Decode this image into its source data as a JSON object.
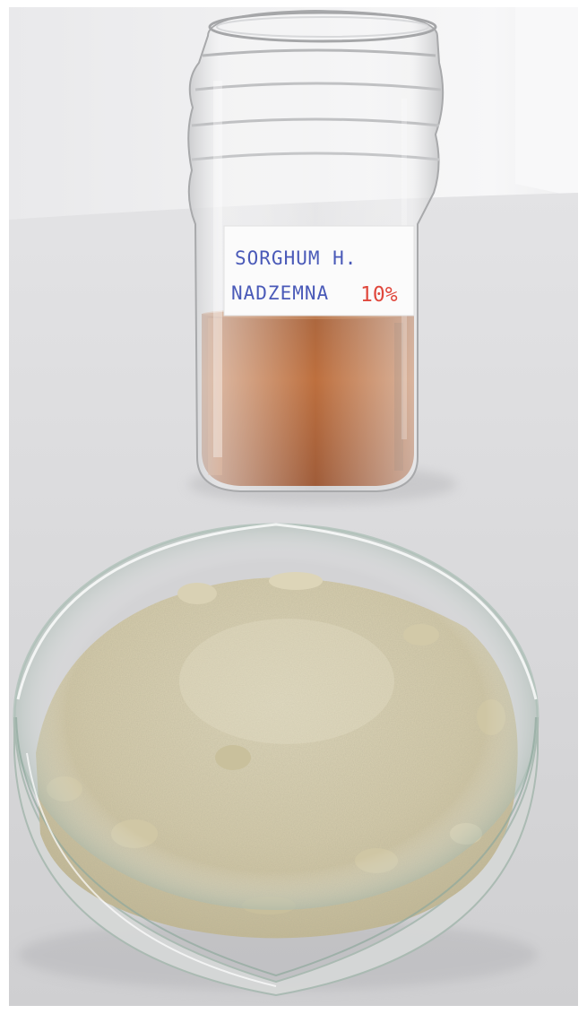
{
  "photo": {
    "subject": "jar of amber liquid extract and petri dish of powdered sorghum",
    "jar_label": {
      "line1": "SORGHUM H.",
      "line2_main": "NADZEMNA",
      "line2_percent": "10%"
    },
    "colors": {
      "background_wall": "#eeeeef",
      "table_surface": "#dcdcde",
      "liquid": "#a5501d",
      "powder": "#d6ceb1",
      "label_ink_blue": "#4a5ab8",
      "label_ink_red": "#e0483d"
    }
  }
}
